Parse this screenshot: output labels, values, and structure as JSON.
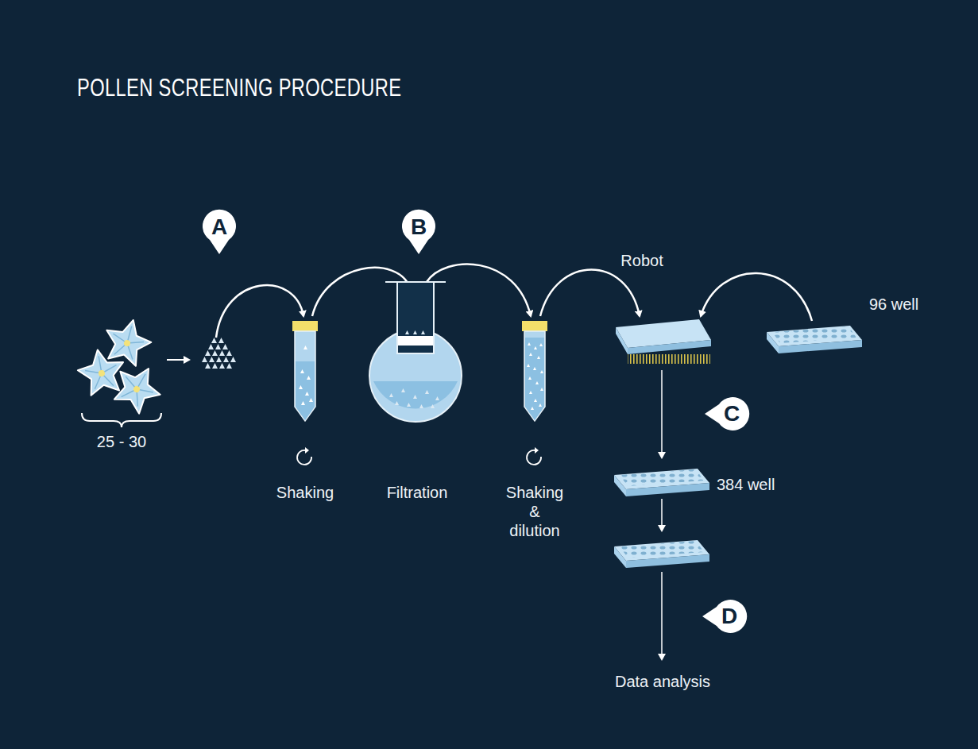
{
  "diagram": {
    "title": "POLLEN SCREENING PROCEDURE",
    "nodes": [
      {
        "text": [
          "A"
        ]
      },
      {
        "text": [
          "B"
        ]
      },
      {
        "text": [
          "C"
        ]
      },
      {
        "text": [
          "D"
        ]
      }
    ],
    "labels": [
      "25 - 30",
      "Shaking",
      "Filtration",
      "Shaking & dilution",
      "Robot",
      "96 well",
      "384 well",
      "Data analysis"
    ]
  }
}
